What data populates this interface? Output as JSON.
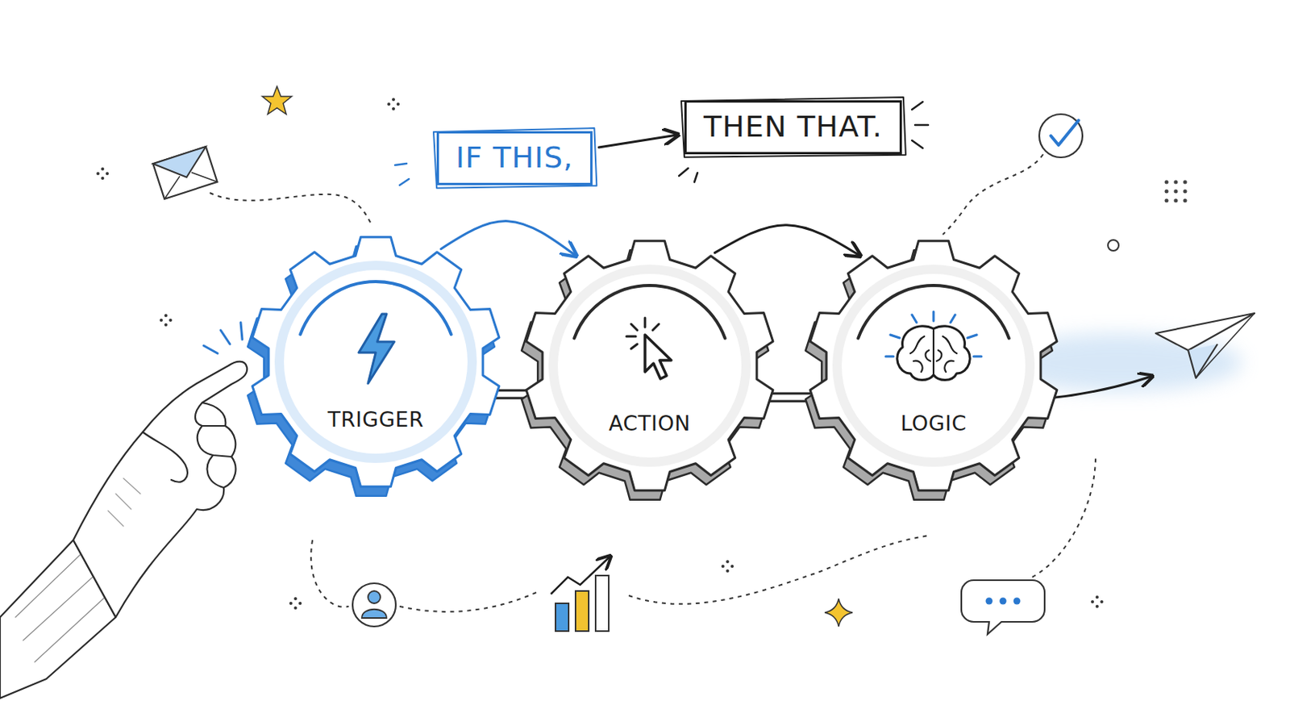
{
  "diagram": {
    "nodes": [
      {
        "text": [
          "IF THIS,"
        ]
      },
      {
        "text": [
          "THEN THAT."
        ]
      },
      {
        "text": [
          "TRIGGER"
        ]
      },
      {
        "text": [
          "ACTION"
        ]
      },
      {
        "text": [
          "LOGIC"
        ]
      }
    ],
    "edges": [
      {
        "from": 0,
        "to": 1,
        "arrow": "to"
      },
      {
        "from": 2,
        "to": 3,
        "arrow": "to"
      },
      {
        "from": 3,
        "to": 4,
        "arrow": "to"
      }
    ]
  }
}
